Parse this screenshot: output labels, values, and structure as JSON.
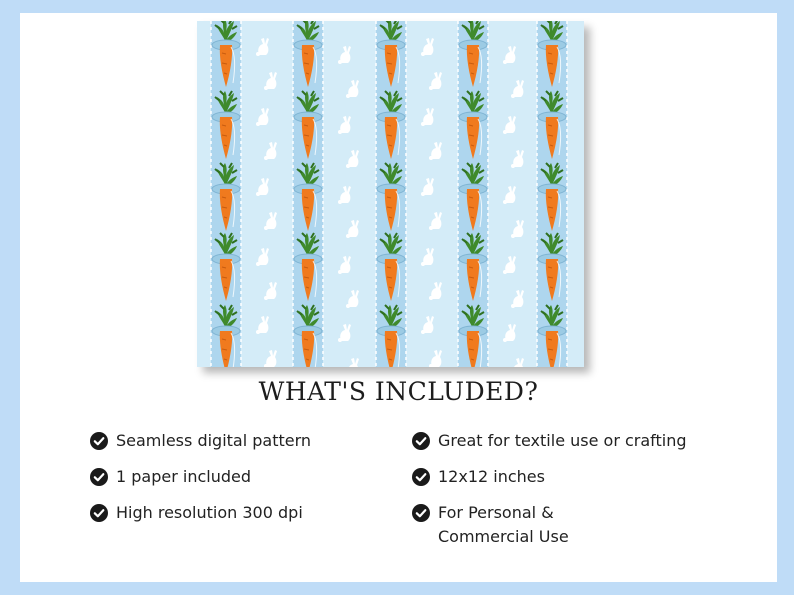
{
  "heading": "WHAT'S INCLUDED?",
  "features_left": [
    "Seamless digital pattern",
    "1 paper included",
    "High resolution 300 dpi"
  ],
  "features_right": [
    "Great for textile use or crafting",
    "12x12 inches",
    "For Personal &",
    "Commercial Use"
  ],
  "colors": {
    "page_background": "#bfdcf7",
    "pattern_background": "#d4ecf8",
    "pattern_stripe": "#aed6ee",
    "carrot": "#f07a1e",
    "carrot_leaves": "#3f8a2c",
    "bunny": "#ffffff",
    "text": "#222222"
  },
  "icons": {
    "bullet": "check-circle-icon",
    "pattern_motifs": [
      "carrot-icon",
      "bunny-icon"
    ]
  }
}
